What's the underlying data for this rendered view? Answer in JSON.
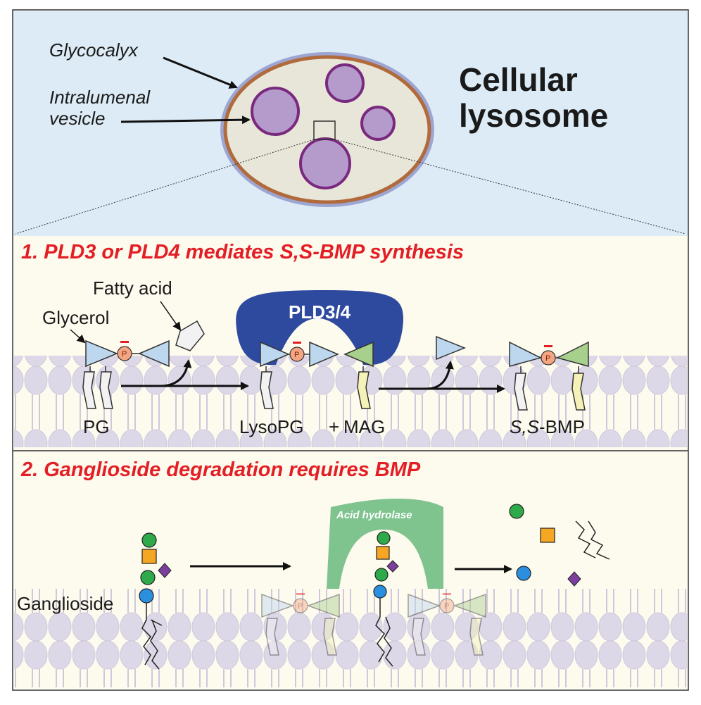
{
  "lysosome": {
    "title_line1": "Cellular",
    "title_line2": "lysosome",
    "glycocalyx_label": "Glycocalyx",
    "ilv_label_line1": "Intralumenal",
    "ilv_label_line2": "vesicle"
  },
  "panel1": {
    "heading": "1. PLD3 or PLD4 mediates S,S-BMP synthesis",
    "fatty_acid_label": "Fatty acid",
    "glycerol_label": "Glycerol",
    "enzyme_label": "PLD3/4",
    "pg_label": "PG",
    "lysopg_label": "LysoPG",
    "plus": "+",
    "mag_label": "MAG",
    "bmp_label_italic": "S,S",
    "bmp_label_rest": "-BMP",
    "phosphate_symbol": "P"
  },
  "panel2": {
    "heading": "2. Ganglioside degradation requires BMP",
    "enzyme_label": "Acid hydrolase",
    "ganglioside_label": "Ganglioside",
    "phosphate_symbol": "P"
  },
  "colors": {
    "heading_red": "#e31e24",
    "enzyme_blue": "#2e4a9e",
    "hydrolase_green": "#7fc48f",
    "vesicle_purple": "#b59bcc",
    "lysosome_rim": "#b06a3c",
    "top_background": "#dcebf5",
    "panel_background": "#fdfaee"
  }
}
